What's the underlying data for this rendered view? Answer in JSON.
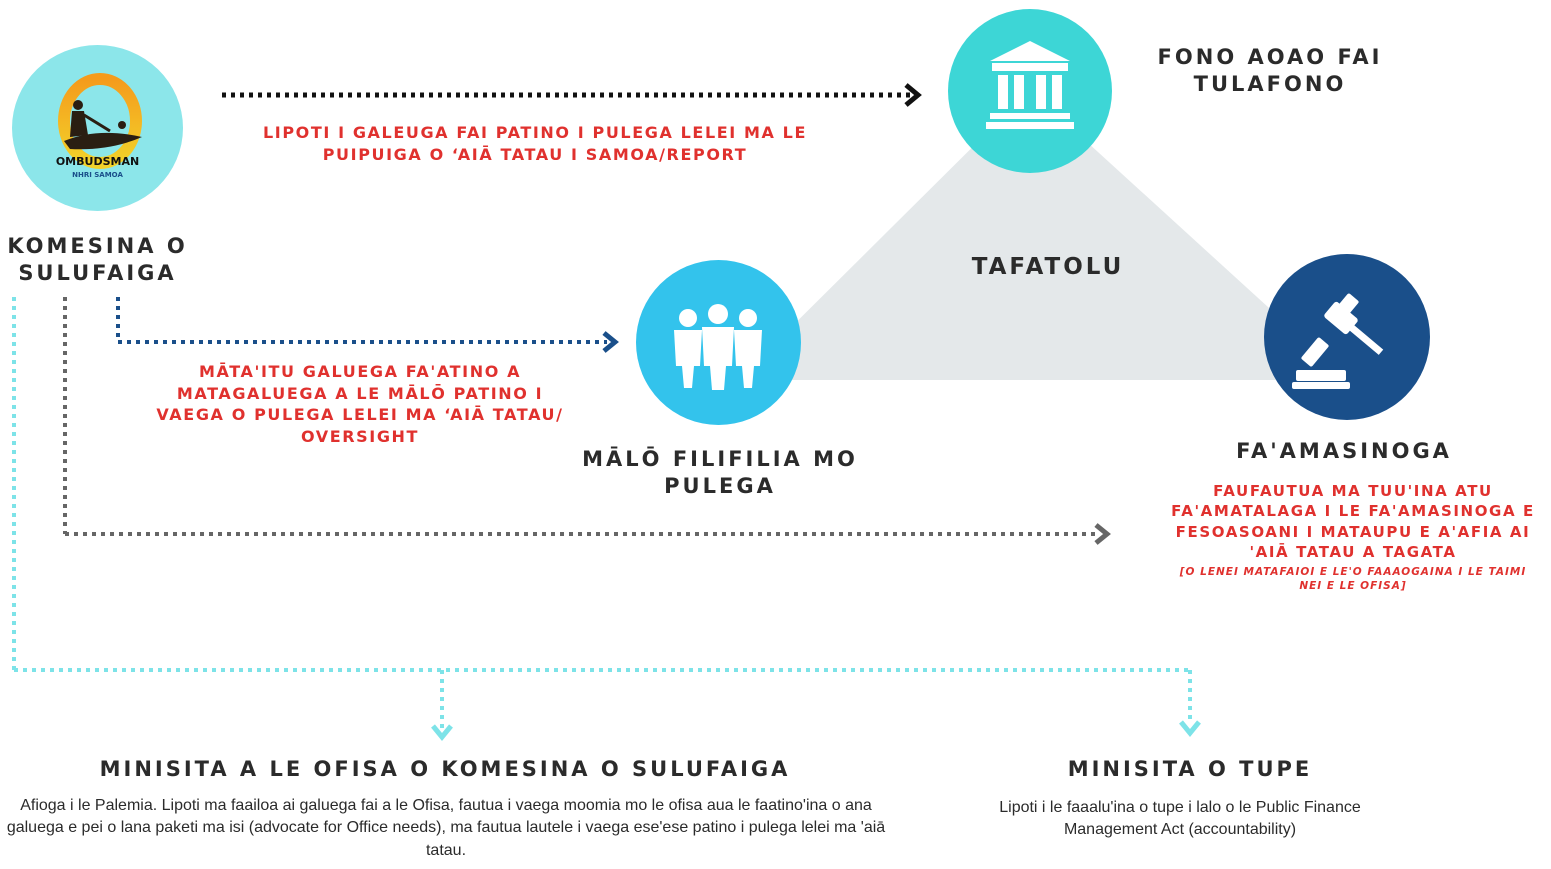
{
  "ombudsman": {
    "logo_text": "OMBUDSMAN",
    "logo_sub": "NHRI SAMOA",
    "title": "KOMESINA O SULUFAIGA"
  },
  "parliament": {
    "title": "FONO AOAO FAI TULAFONO"
  },
  "triangle": {
    "label": "TAFATOLU"
  },
  "government": {
    "title": "MĀLŌ FILIFILIA MO PULEGA"
  },
  "judiciary": {
    "title": "FA'AMASINOGA",
    "role": "FAUFAUTUA MA TUU'INA ATU FA'AMATALAGA I LE FA'AMASINOGA E FESOASOANI I MATAUPU E  A'AFIA AI  'AIĀ TATAU A TAGATA",
    "note": "[O LENEI MATAFAIOI E LE'O FAAAOGAINA I LE TAIMI NEI E LE OFISA]"
  },
  "arrows": {
    "report": "LIPOTI I GALEUGA FAI PATINO I PULEGA LELEI MA LE PUIPUIGA O ‘AIĀ TATAU I SAMOA/REPORT",
    "oversight": "MĀTA'ITU GALUEGA FA'ATINO A MATAGALUEGA A LE MĀLŌ PATINO I VAEGA O PULEGA LELEI MA ‘AIĀ TATAU/ OVERSIGHT"
  },
  "minister_office": {
    "title": "MINISITA A LE OFISA O KOMESINA O SULUFAIGA",
    "description": "Afioga i le Palemia. Lipoti ma faailoa ai galuega fai a le Ofisa, fautua i vaega moomia mo le ofisa aua le faatino'ina o ana galuega e pei o lana paketi ma isi (advocate for Office needs), ma fautua lautele i vaega ese'ese patino i pulega lelei ma 'aiā tatau."
  },
  "minister_finance": {
    "title": "MINISITA O TUPE",
    "description": "Lipoti i le faaalu'ina o tupe i lalo o le Public Finance Management Act (accountability)"
  },
  "colors": {
    "teal": "#3dd6d6",
    "cyan": "#33c3ec",
    "navy": "#1a4f8a",
    "light_teal": "#7de3e8",
    "logo_bg": "#8ce6ea",
    "triangle": "#e4e8ea",
    "red": "#e0312e",
    "gray": "#666666",
    "black": "#111111"
  },
  "icons": [
    "parliament-building-icon",
    "group-of-officials-icon",
    "gavel-icon"
  ]
}
